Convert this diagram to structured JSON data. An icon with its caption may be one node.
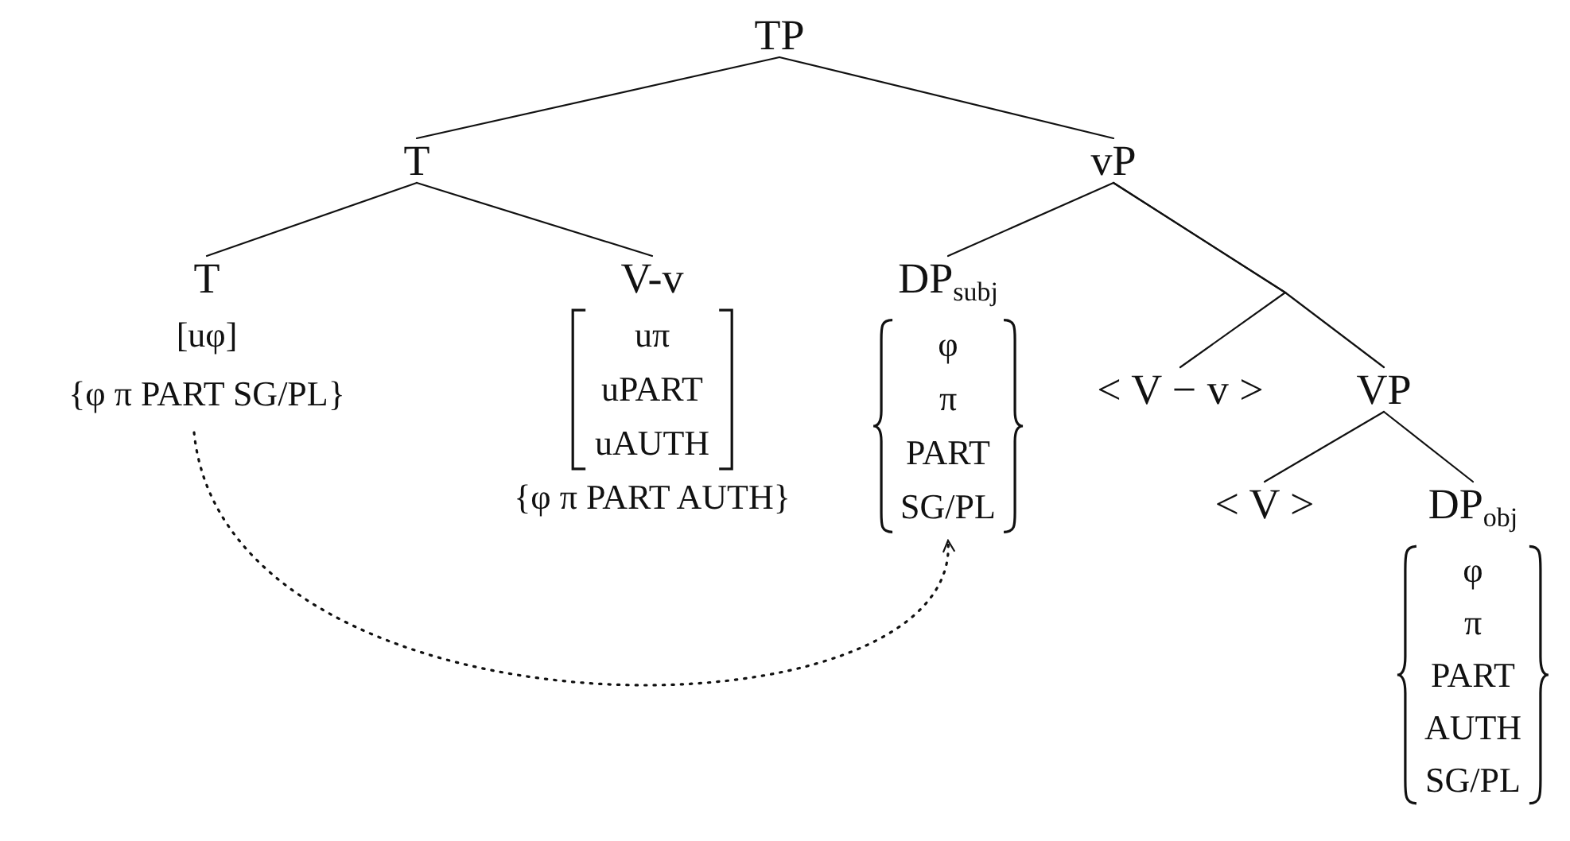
{
  "diagram": {
    "nodes": [
      {
        "text": [
          "TP"
        ]
      },
      {
        "text": [
          "T"
        ]
      },
      {
        "text": [
          "vP"
        ]
      },
      {
        "text": [
          "T",
          "[uφ]",
          "{φ π PART SG/PL}"
        ]
      },
      {
        "text": [
          "V-v",
          "uπ",
          "uPART",
          "uAUTH",
          "{φ π PART AUTH}"
        ]
      },
      {
        "text": [
          "DP$_{subj}$",
          "φ",
          "π",
          "PART",
          "SG/PL"
        ]
      },
      {
        "text": [
          "< V − v >"
        ]
      },
      {
        "text": [
          "VP"
        ]
      },
      {
        "text": [
          "< V >"
        ]
      },
      {
        "text": [
          "DP$_{obj}$",
          "φ",
          "π",
          "PART",
          "AUTH",
          "SG/PL"
        ]
      }
    ],
    "edges": [
      {
        "from": 0,
        "to": 1,
        "arrow": "none"
      },
      {
        "from": 0,
        "to": 2,
        "arrow": "none"
      },
      {
        "from": 1,
        "to": 3,
        "arrow": "none"
      },
      {
        "from": 1,
        "to": 4,
        "arrow": "none"
      },
      {
        "from": 2,
        "to": 5,
        "arrow": "none"
      },
      {
        "from": 2,
        "to": 6,
        "arrow": "none"
      },
      {
        "from": 2,
        "to": 7,
        "arrow": "none"
      },
      {
        "from": 7,
        "to": 8,
        "arrow": "none"
      },
      {
        "from": 7,
        "to": 9,
        "arrow": "none"
      },
      {
        "from": 3,
        "to": 5,
        "arrow": "to",
        "style": "dashed"
      }
    ]
  }
}
